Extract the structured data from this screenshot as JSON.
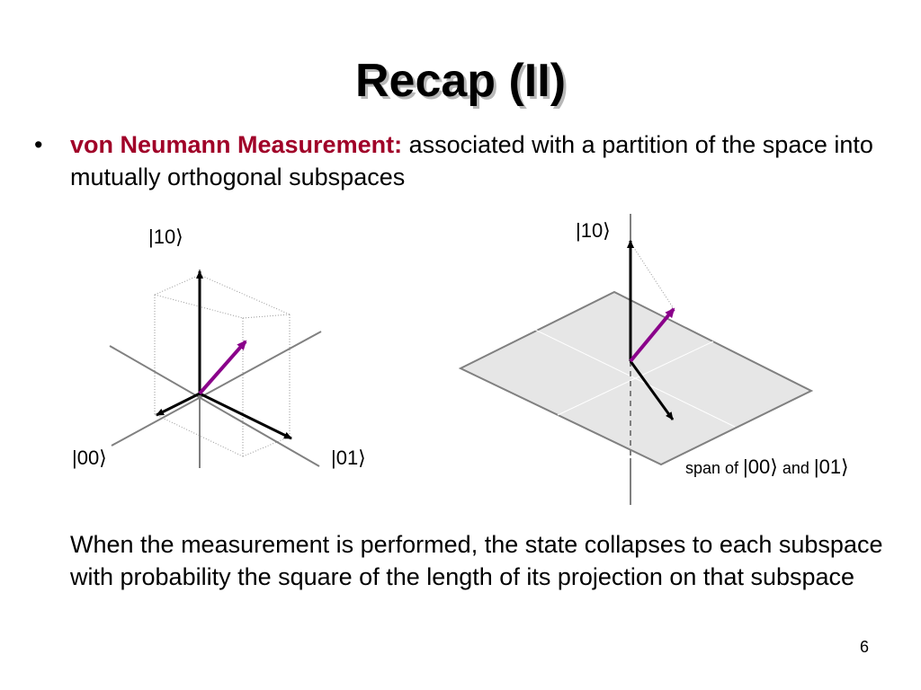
{
  "slide": {
    "title": "Recap (II)",
    "bullet": {
      "marker": "•",
      "term": "von Neumann Measurement:",
      "text": " associated with a partition of the space into mutually orthogonal subspaces"
    },
    "left_diagram": {
      "label_10": "|10⟩",
      "label_00": "|00⟩",
      "label_01": "|01⟩"
    },
    "right_diagram": {
      "label_10": "|10⟩",
      "span_prefix": "span of ",
      "span_ket1": "|00⟩",
      "span_and": " and ",
      "span_ket2": "|01⟩"
    },
    "body": "When the measurement is performed, the state collapses to each subspace with probability the square of the length of its projection on that subspace",
    "page_number": "6"
  },
  "colors": {
    "term": "#a00028",
    "state_vector": "#8a008a",
    "axis_gray": "#808080",
    "plane_fill": "#e6e6e6"
  }
}
